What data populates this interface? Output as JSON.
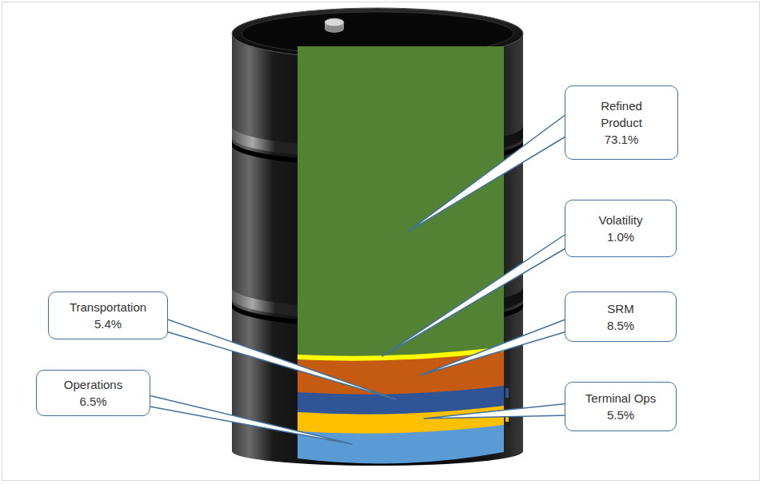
{
  "diagram": {
    "nodes": [
      {
        "text": [
          "Refined Product",
          "73.1%"
        ]
      },
      {
        "text": [
          "Volatility",
          "1.0%"
        ]
      },
      {
        "text": [
          "Transportation",
          "5.4%"
        ]
      },
      {
        "text": [
          "SRM",
          "8.5%"
        ]
      },
      {
        "text": [
          "Operations",
          "6.5%"
        ]
      },
      {
        "text": [
          "Terminal Ops",
          "5.5%"
        ]
      }
    ]
  }
}
